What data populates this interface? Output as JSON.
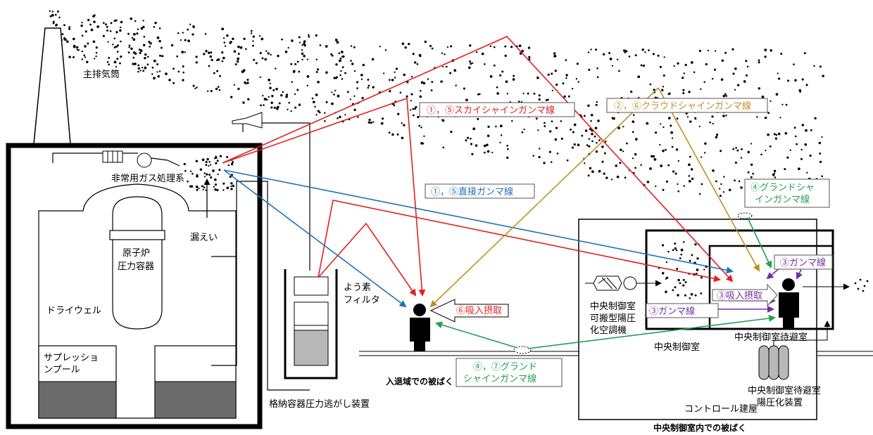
{
  "labels": {
    "main_stack": "主排気筒",
    "sgts": "非常用ガス処理系",
    "leak": "漏えい",
    "rpv_1": "原子炉",
    "rpv_2": "圧力容器",
    "drywell": "ドライウェル",
    "pool_1": "サプレッショ",
    "pool_2": "ンプール",
    "iodine_1": "よう素",
    "iodine_2": "フィルタ",
    "vent": "格納容器圧力逃がし装置",
    "access_area": "入退域での被ばく",
    "ccr_room_exposure": "中央制御室内での被ばく",
    "ccr": "中央制御室",
    "ccr_refuge": "中央制御室待避室",
    "control_building": "コントロール建屋",
    "portable_ac_1": "中央制御室",
    "portable_ac_2": "可搬型陽圧",
    "portable_ac_3": "化空調機",
    "refuge_pressurizer_1": "中央制御室待避室",
    "refuge_pressurizer_2": "陽圧化装置"
  },
  "pathways": {
    "skyshine": "①，⑤スカイシャインガンマ線",
    "cloudshine": "②，⑥クラウドシャインガンマ線",
    "direct": "①，⑤直接ガンマ線",
    "groundshine_room_1": "④グランドシャ",
    "groundshine_room_2": "インガンマ線",
    "groundshine_access_1": "④，⑦グランド",
    "groundshine_access_2": "シャインガンマ線",
    "inhalation_access": "⑥吸入摂取",
    "inhalation_room": "③吸入摂取",
    "gamma_room_a": "③ガンマ線",
    "gamma_room_b": "③ガンマ線"
  },
  "colors": {
    "skyshine": "#e02020",
    "direct": "#2070b8",
    "cloudshine": "#c09020",
    "groundshine": "#20a050",
    "room_gamma": "#7030a0",
    "pool_water": "#6b6b6b"
  }
}
